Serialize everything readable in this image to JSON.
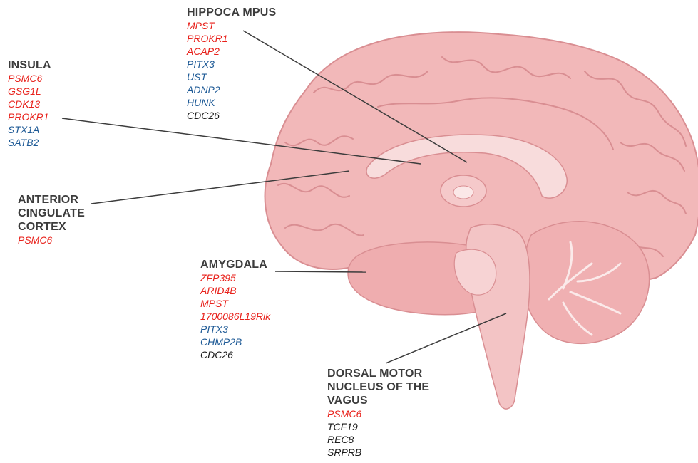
{
  "colors": {
    "up": "#e8211b",
    "down": "#1e5a96",
    "neutral": "#1a1a1a",
    "title": "#3c3c3c",
    "brain_fill": "#f2b8b9",
    "brain_stroke": "#d98e92"
  },
  "regions": [
    {
      "id": "hippocampus",
      "title": "HIPPOCA MPUS",
      "genes": [
        {
          "name": "MPST",
          "tone": "up"
        },
        {
          "name": "PROKR1",
          "tone": "up"
        },
        {
          "name": "ACAP2",
          "tone": "up"
        },
        {
          "name": "PITX3",
          "tone": "down"
        },
        {
          "name": "UST",
          "tone": "down"
        },
        {
          "name": "ADNP2",
          "tone": "down"
        },
        {
          "name": "HUNK",
          "tone": "down"
        },
        {
          "name": "CDC26",
          "tone": "none"
        }
      ]
    },
    {
      "id": "insula",
      "title": "INSULA",
      "genes": [
        {
          "name": "PSMC6",
          "tone": "up"
        },
        {
          "name": "GSG1L",
          "tone": "up"
        },
        {
          "name": "CDK13",
          "tone": "up"
        },
        {
          "name": "PROKR1",
          "tone": "up"
        },
        {
          "name": "STX1A",
          "tone": "down"
        },
        {
          "name": "SATB2",
          "tone": "down"
        }
      ]
    },
    {
      "id": "anterior-cingulate-cortex",
      "title": "ANTERIOR\nCINGULATE\nCORTEX",
      "genes": [
        {
          "name": "PSMC6",
          "tone": "up"
        }
      ]
    },
    {
      "id": "amygdala",
      "title": "AMYGDALA",
      "genes": [
        {
          "name": "ZFP395",
          "tone": "up"
        },
        {
          "name": "ARID4B",
          "tone": "up"
        },
        {
          "name": "MPST",
          "tone": "up"
        },
        {
          "name": "1700086L19Rik",
          "tone": "up"
        },
        {
          "name": "PITX3",
          "tone": "down"
        },
        {
          "name": "CHMP2B",
          "tone": "down"
        },
        {
          "name": "CDC26",
          "tone": "none"
        }
      ]
    },
    {
      "id": "dorsal-motor-nucleus-vagus",
      "title": "DORSAL MOTOR\nNUCLEUS OF THE\nVAGUS",
      "genes": [
        {
          "name": "PSMC6",
          "tone": "up"
        },
        {
          "name": "TCF19",
          "tone": "none"
        },
        {
          "name": "REC8",
          "tone": "none"
        },
        {
          "name": "SRPRB",
          "tone": "none"
        }
      ]
    }
  ]
}
